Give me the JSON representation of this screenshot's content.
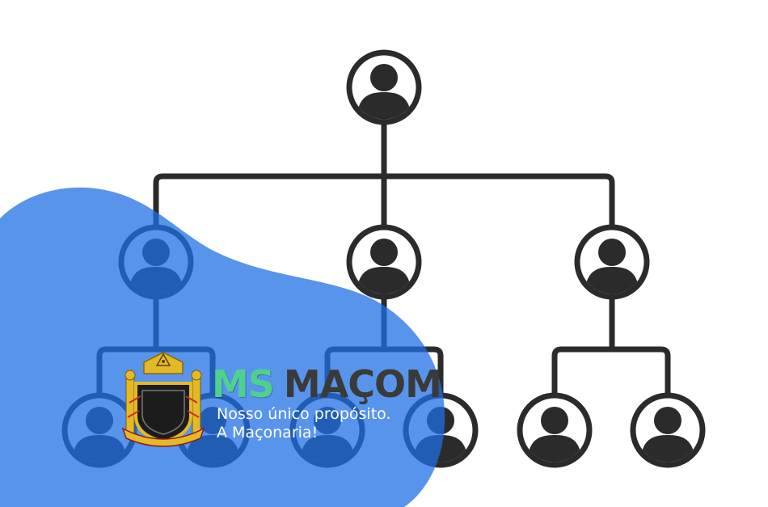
{
  "brand": {
    "ms": "MS",
    "name": "MAÇOM",
    "tagline_line1": "Nosso único propósito.",
    "tagline_line2": "A Maçonaria!"
  },
  "colors": {
    "connector": "#2b2b2b",
    "person": "#2b2b2b",
    "blob": "#1f6fe6",
    "brand_green": "#4fd08f",
    "brand_dark": "#3a3a3a",
    "tagline": "#ffffff"
  },
  "org_chart": {
    "nodes": [
      {
        "id": "root",
        "icon": "person-icon",
        "parent": null
      },
      {
        "id": "manager-left",
        "icon": "person-icon",
        "parent": "root"
      },
      {
        "id": "manager-center",
        "icon": "person-icon",
        "parent": "root"
      },
      {
        "id": "manager-right",
        "icon": "person-icon",
        "parent": "root"
      },
      {
        "id": "staff-left-1",
        "icon": "person-icon",
        "parent": "manager-left"
      },
      {
        "id": "staff-left-2",
        "icon": "person-icon",
        "parent": "manager-left"
      },
      {
        "id": "staff-center-1",
        "icon": "person-icon",
        "parent": "manager-center"
      },
      {
        "id": "staff-center-2",
        "icon": "person-icon",
        "parent": "manager-center"
      },
      {
        "id": "staff-right-1",
        "icon": "person-icon",
        "parent": "manager-right"
      },
      {
        "id": "staff-right-2",
        "icon": "person-icon",
        "parent": "manager-right"
      }
    ]
  },
  "logo": {
    "icon": "masonic-crest-icon"
  }
}
